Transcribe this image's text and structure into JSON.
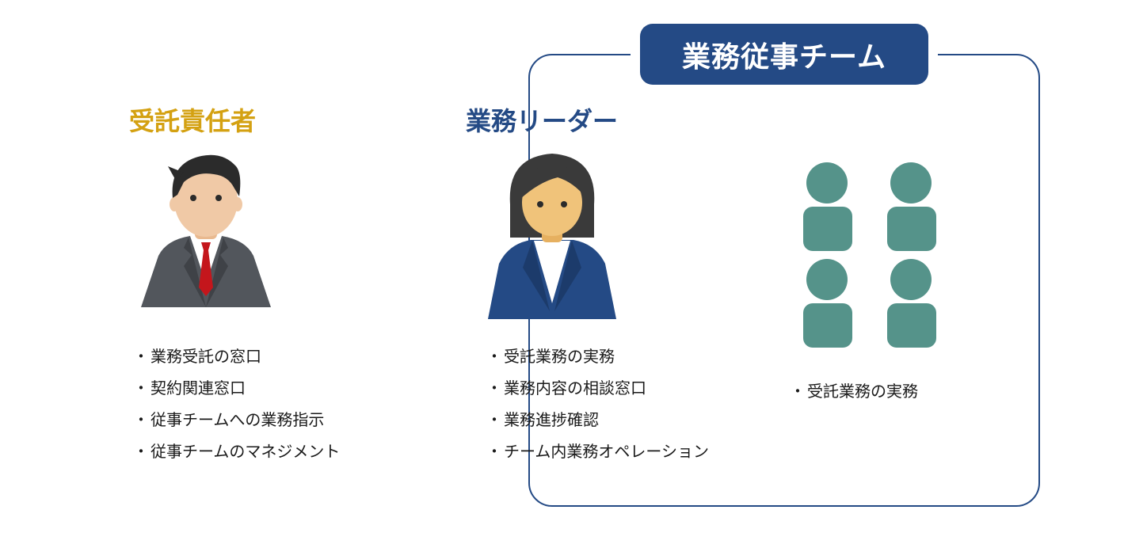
{
  "colors": {
    "manager_title": "#d4a112",
    "leader_title": "#244a85",
    "team_badge": "#244a85",
    "member_icon": "#55938a"
  },
  "team": {
    "badge_label": "業務従事チーム"
  },
  "manager": {
    "title": "受託責任者",
    "icon": "businessman-avatar-icon",
    "duties": [
      "業務受託の窓口",
      "契約関連窓口",
      "従事チームへの業務指示",
      "従事チームのマネジメント"
    ]
  },
  "leader": {
    "title": "業務リーダー",
    "icon": "businesswoman-avatar-icon",
    "duties": [
      "受託業務の実務",
      "業務内容の相談窓口",
      "業務進捗確認",
      "チーム内業務オペレーション"
    ]
  },
  "members": {
    "icon": "person-icon",
    "count": 4,
    "duties": [
      "受託業務の実務"
    ]
  }
}
